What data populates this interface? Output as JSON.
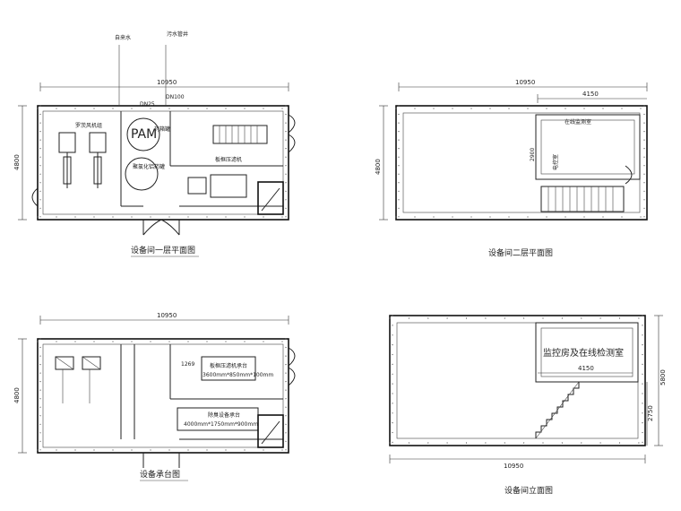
{
  "plans": {
    "floor1": {
      "title": "设备间一层平面图",
      "width_dim": "10950",
      "height_dim": "4800",
      "label_blower": "罗茨风机组",
      "label_pam": "PAM",
      "label_pam_tank": "药箱罐",
      "label_filter_press": "板框压滤机",
      "label_pac_tank": "聚氯化铝药罐",
      "label_dn100": "DN100",
      "label_dn25": "DN25",
      "label_tap_water": "自来水",
      "label_sewage": "污水管井"
    },
    "floor2": {
      "title": "设备间二层平面图",
      "width_dim": "10950",
      "sub_dim": "4150",
      "height_dim": "4800",
      "small_dim": "2900",
      "label_room": "在线监测室",
      "label_room2": "电控室"
    },
    "foundation": {
      "title": "设备承台图",
      "width_dim": "10950",
      "height_dim": "4800",
      "dim_1269": "1269",
      "label_filter_base": "板框压滤机承台",
      "filter_base_size": "3600mm*850mm*100mm",
      "label_pump_base": "除臭设备承台",
      "pump_base_size": "4000mm*1750mm*900mm"
    },
    "elevation": {
      "title": "设备间立面图",
      "width_dim": "10950",
      "sub_dim": "4150",
      "height_dim": "5800",
      "height_dim2": "2750",
      "label_room": "监控房及在线检测室"
    }
  }
}
